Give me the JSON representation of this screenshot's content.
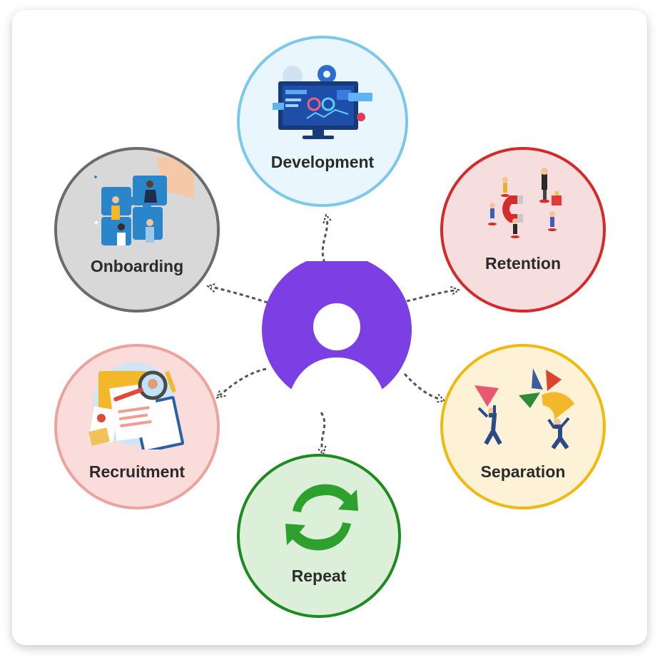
{
  "center": {
    "icon": "user-icon",
    "color": "#7b3fe4"
  },
  "nodes": {
    "development": {
      "label": "Development",
      "border": "#7cc8ec",
      "fill": "#eaf6fd",
      "icon": "computer-dashboard-icon"
    },
    "retention": {
      "label": "Retention",
      "border": "#d42a2a",
      "fill": "#f7dede",
      "icon": "magnet-people-icon"
    },
    "separation": {
      "label": "Separation",
      "border": "#f1b90e",
      "fill": "#fdf2d5",
      "icon": "people-carrying-chart-icon"
    },
    "repeat": {
      "label": "Repeat",
      "border": "#1f8a1f",
      "fill": "#dcefd9",
      "icon": "refresh-arrows-icon"
    },
    "recruitment": {
      "label": "Recruitment",
      "border": "#eda39d",
      "fill": "#fadddb",
      "icon": "resume-magnifier-icon"
    },
    "onboarding": {
      "label": "Onboarding",
      "border": "#6b6b6b",
      "fill": "#d8d8d8",
      "icon": "puzzle-team-icon"
    }
  }
}
